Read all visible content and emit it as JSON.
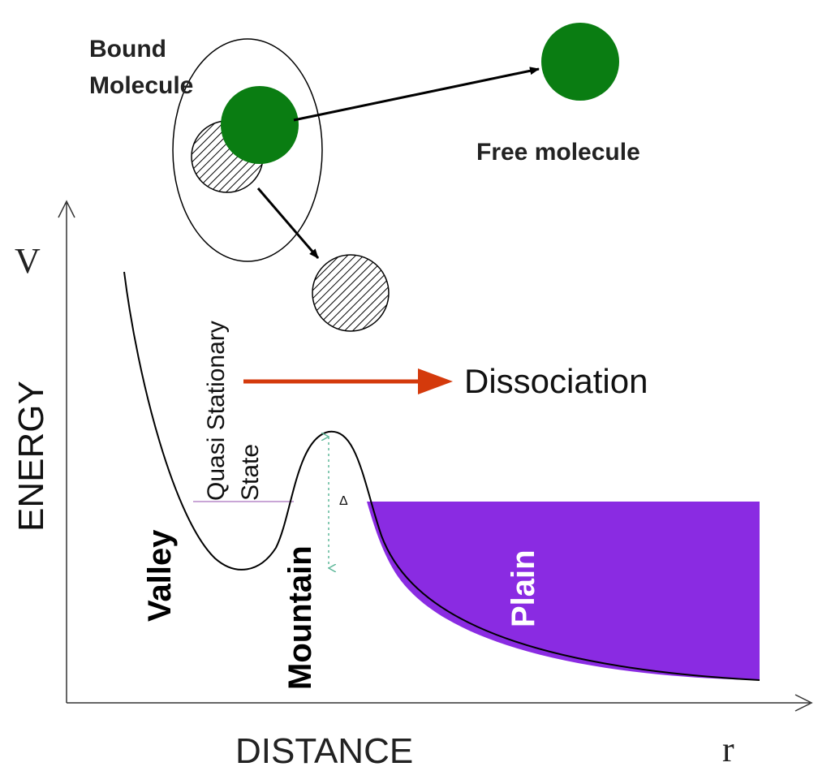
{
  "labels": {
    "bound_molecule_line1": "Bound",
    "bound_molecule_line2": "Molecule",
    "free_molecule": "Free molecule",
    "dissociation": "Dissociation",
    "quasi_line1": "Quasi Stationary",
    "quasi_line2": "State",
    "valley": "Valley",
    "mountain": "Mountain",
    "plain": "Plain",
    "delta": "Δ",
    "y_axis_symbol": "V",
    "y_axis_title": "ENERGY",
    "x_axis_title": "DISTANCE",
    "x_axis_symbol": "r"
  },
  "colors": {
    "molecule_green": "#0a7d12",
    "plain_fill": "#8a2be2",
    "dissociation_arrow": "#d43a0c",
    "quasi_level_line": "#c9a6d6",
    "barrier_arrow": "#5fb89a",
    "ink": "#000000"
  }
}
